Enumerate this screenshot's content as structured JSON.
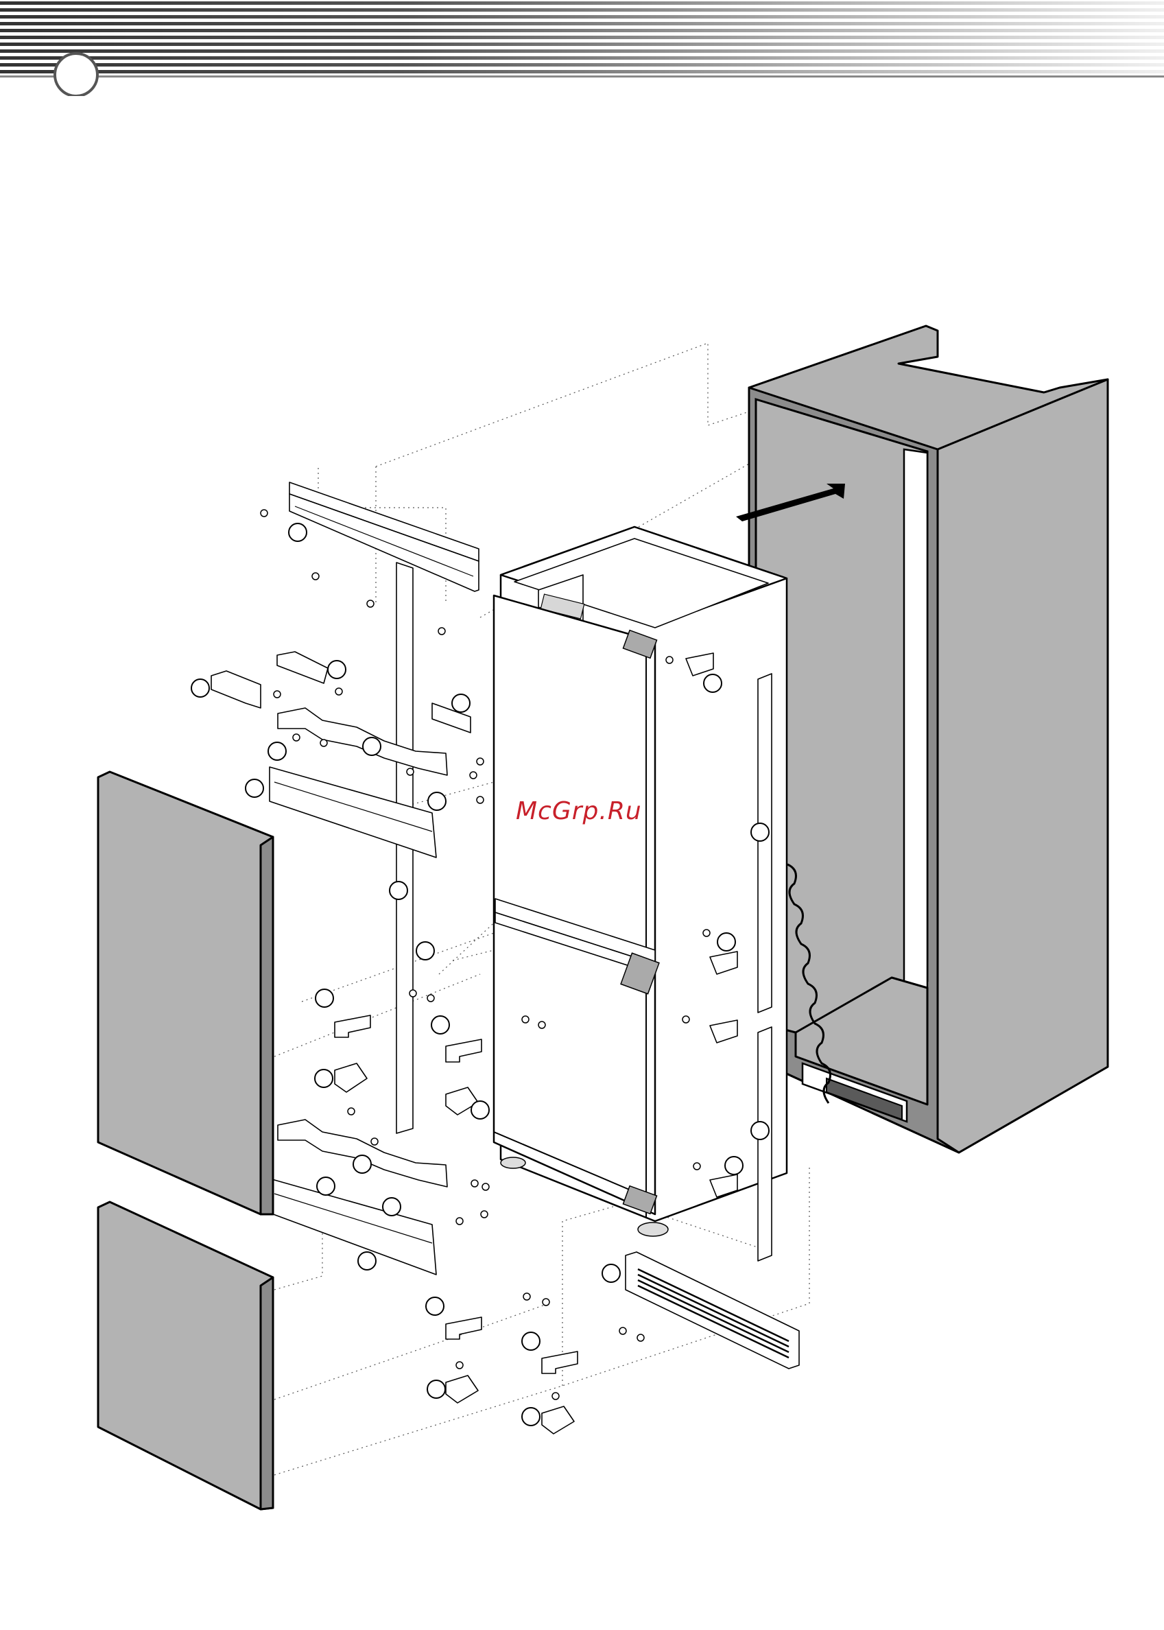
{
  "page": {
    "watermark": "McGrp.Ru"
  },
  "colors": {
    "header_dark": "#3a3a3a",
    "panel_grey": "#b3b3b3",
    "panel_edge": "#8c8c8c",
    "watermark": "#c8202a"
  },
  "icons": {
    "page_number_badge": "circle",
    "insert_direction": "arrow-right-up"
  }
}
